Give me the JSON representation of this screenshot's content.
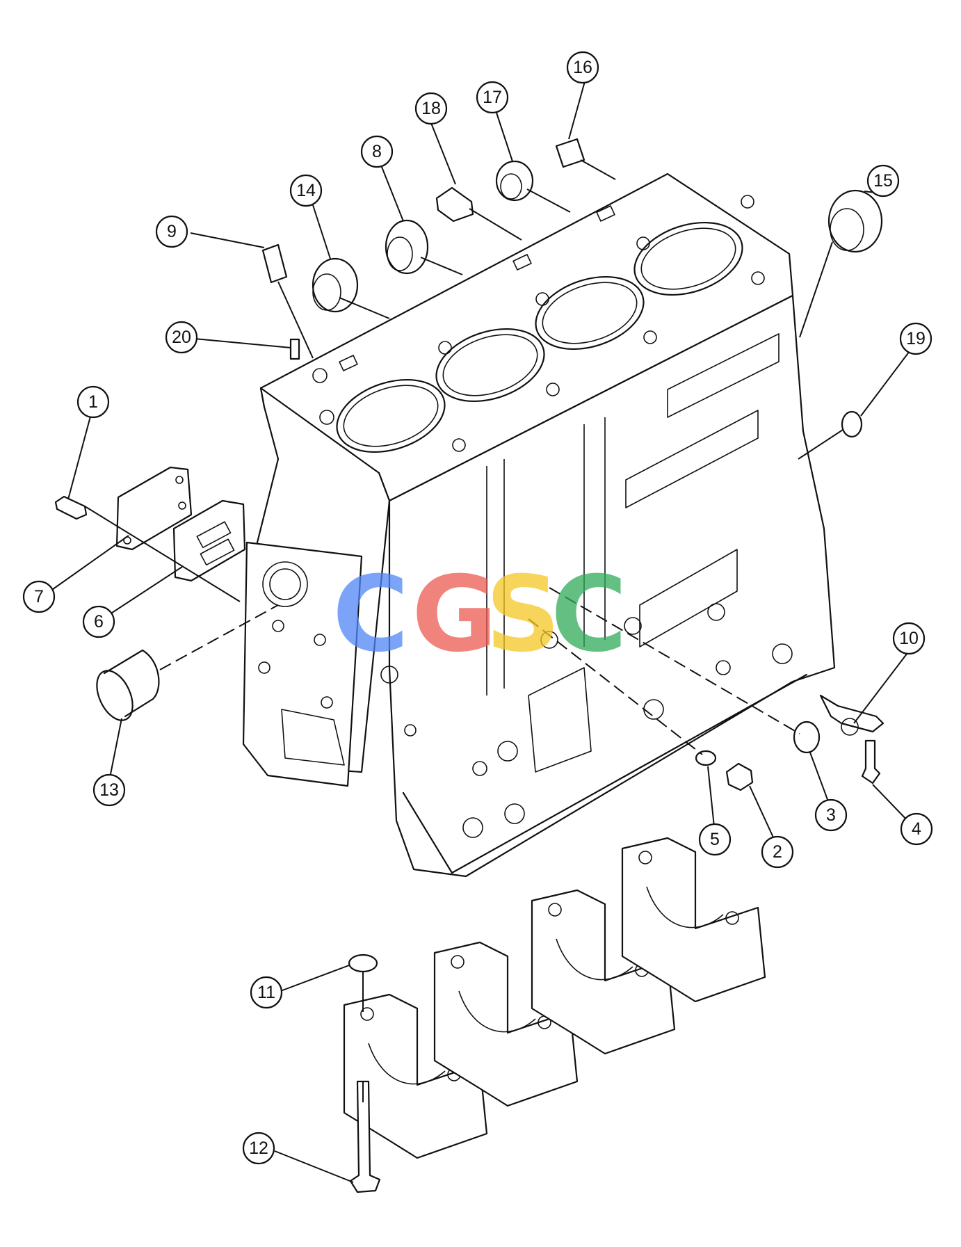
{
  "callouts": [
    {
      "id": "1",
      "label": "1"
    },
    {
      "id": "2",
      "label": "2"
    },
    {
      "id": "3",
      "label": "3"
    },
    {
      "id": "4",
      "label": "4"
    },
    {
      "id": "5",
      "label": "5"
    },
    {
      "id": "6",
      "label": "6"
    },
    {
      "id": "7",
      "label": "7"
    },
    {
      "id": "8",
      "label": "8"
    },
    {
      "id": "9",
      "label": "9"
    },
    {
      "id": "10",
      "label": "10"
    },
    {
      "id": "11",
      "label": "11"
    },
    {
      "id": "12",
      "label": "12"
    },
    {
      "id": "13",
      "label": "13"
    },
    {
      "id": "14",
      "label": "14"
    },
    {
      "id": "15",
      "label": "15"
    },
    {
      "id": "16",
      "label": "16"
    },
    {
      "id": "17",
      "label": "17"
    },
    {
      "id": "18",
      "label": "18"
    },
    {
      "id": "19",
      "label": "19"
    },
    {
      "id": "20",
      "label": "20"
    }
  ],
  "watermark": {
    "letters": [
      "C",
      "G",
      "S",
      "C"
    ],
    "colors": [
      "#4f86f7",
      "#ec5a50",
      "#f5c623",
      "#2fab59"
    ]
  }
}
